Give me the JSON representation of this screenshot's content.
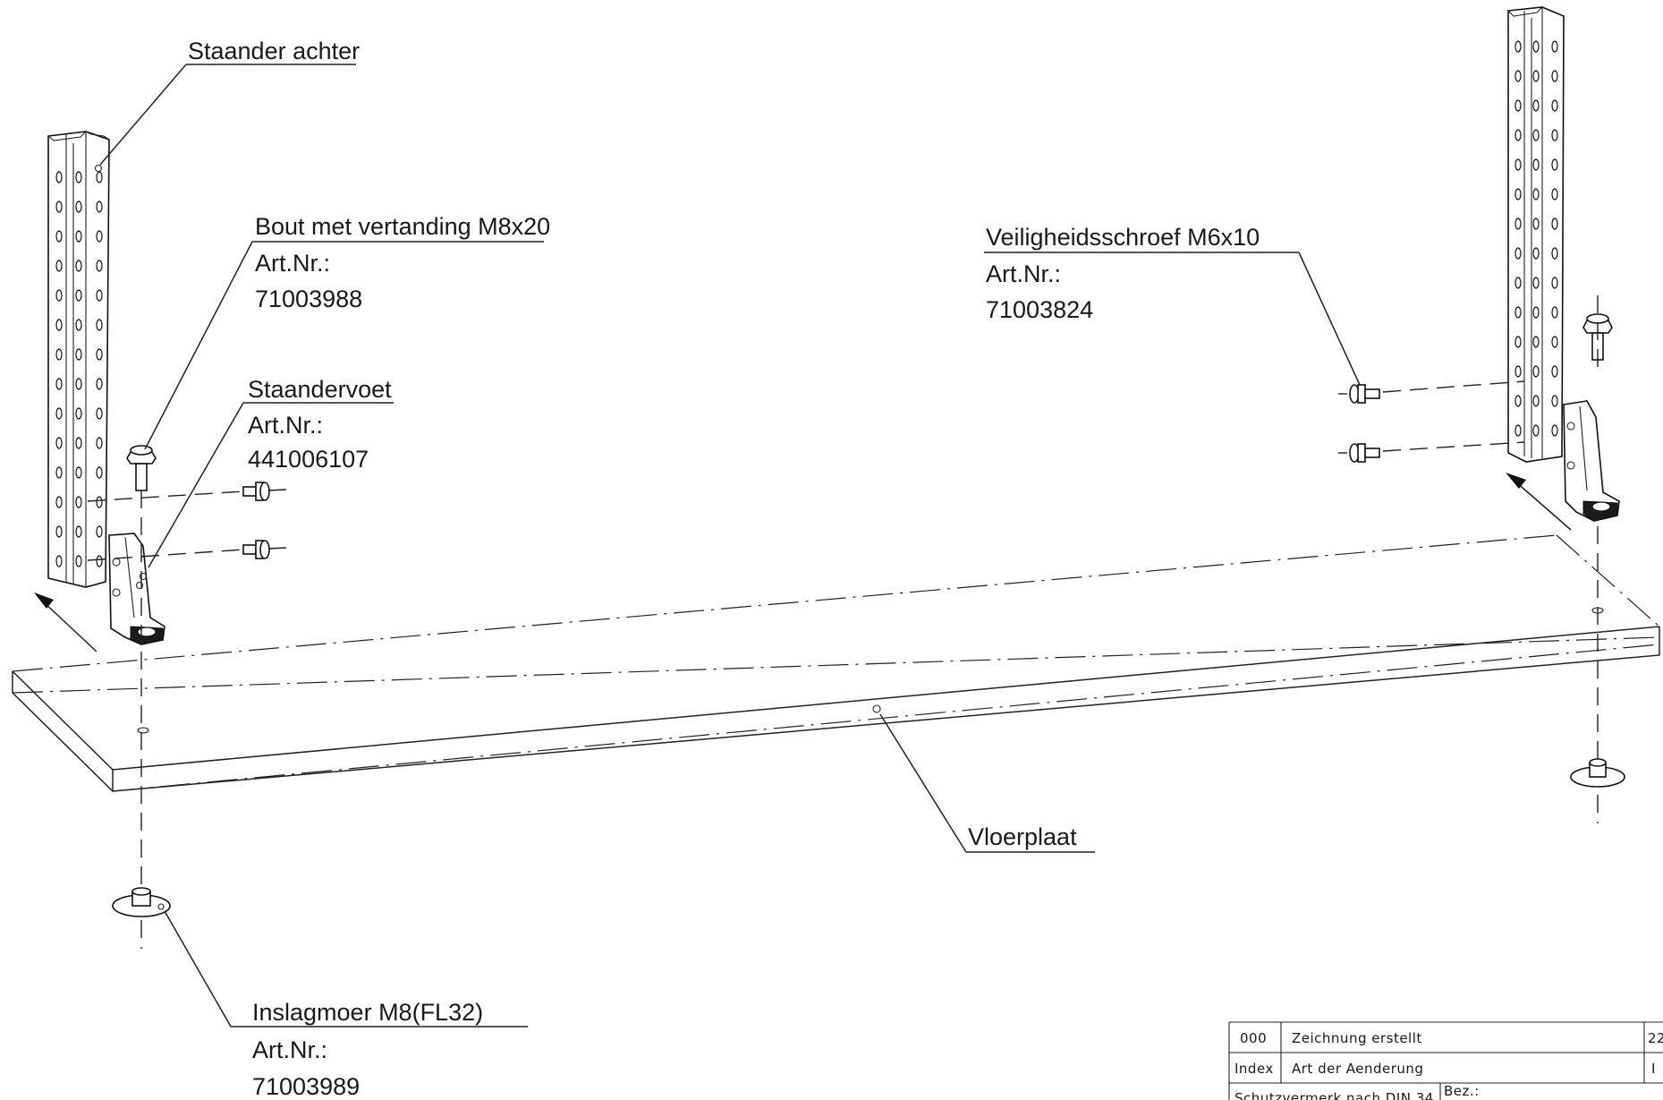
{
  "labels": {
    "staander_achter": "Staander achter",
    "bout_title": "Bout met vertanding M8x20",
    "bout_art": "Art.Nr.:",
    "bout_nr": "71003988",
    "staandervoet_title": "Staandervoet",
    "staandervoet_art": "Art.Nr.:",
    "staandervoet_nr": "441006107",
    "veiligheid_title": "Veiligheidsschroef M6x10",
    "veiligheid_art": "Art.Nr.:",
    "veiligheid_nr": "71003824",
    "vloerplaat": "Vloerplaat",
    "inslagmoer_title": "Inslagmoer M8(FL32)",
    "inslagmoer_art": "Art.Nr.:",
    "inslagmoer_nr": "71003989"
  },
  "title_block": {
    "row1_index": "000",
    "row1_change": "Zeichnung erstellt",
    "row1_date": "22",
    "row2_index": "Index",
    "row2_change": "Art der Aenderung",
    "row2_date": "I",
    "row3_protect": "Schutzvermerk nach DIN 34",
    "row3_bez": "Bez.:"
  }
}
